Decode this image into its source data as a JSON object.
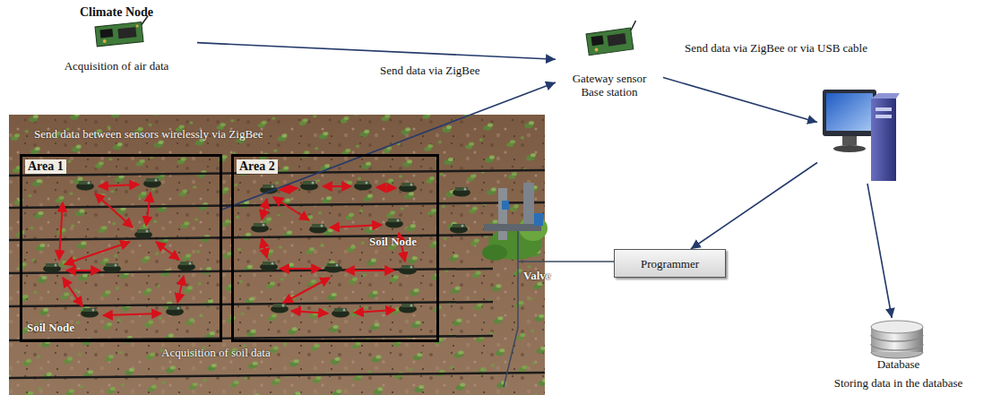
{
  "diagram": {
    "nodes": [
      {
        "text": [
          "Climate Node",
          "Acquisition of air data"
        ]
      },
      {
        "text": [
          "Gateway sensor Base station"
        ]
      },
      {
        "text": []
      },
      {
        "text": [
          "Programmer"
        ]
      },
      {
        "text": [
          "Database",
          "Storing data in the database"
        ]
      },
      {
        "text": [
          "Send data between sensors wirelessly via ZigBee",
          "Acquisition of soil data"
        ]
      },
      {
        "text": [
          "Area 1"
        ],
        "in": 5
      },
      {
        "text": [
          "Area 2"
        ],
        "in": 5
      }
    ],
    "edges": [
      {
        "from": 0,
        "to": 1,
        "arrow": "to",
        "label": "Send data via ZigBee"
      },
      {
        "from": 6,
        "to": 1,
        "arrow": "to"
      },
      {
        "from": 1,
        "to": 2,
        "arrow": "to",
        "label": "Send data via ZigBee or via USB cable"
      },
      {
        "from": 2,
        "to": 3,
        "arrow": "to"
      },
      {
        "from": 2,
        "to": 4,
        "arrow": "to"
      }
    ],
    "labels": [
      "Soil Node",
      "Soil Node",
      "Valve"
    ]
  }
}
